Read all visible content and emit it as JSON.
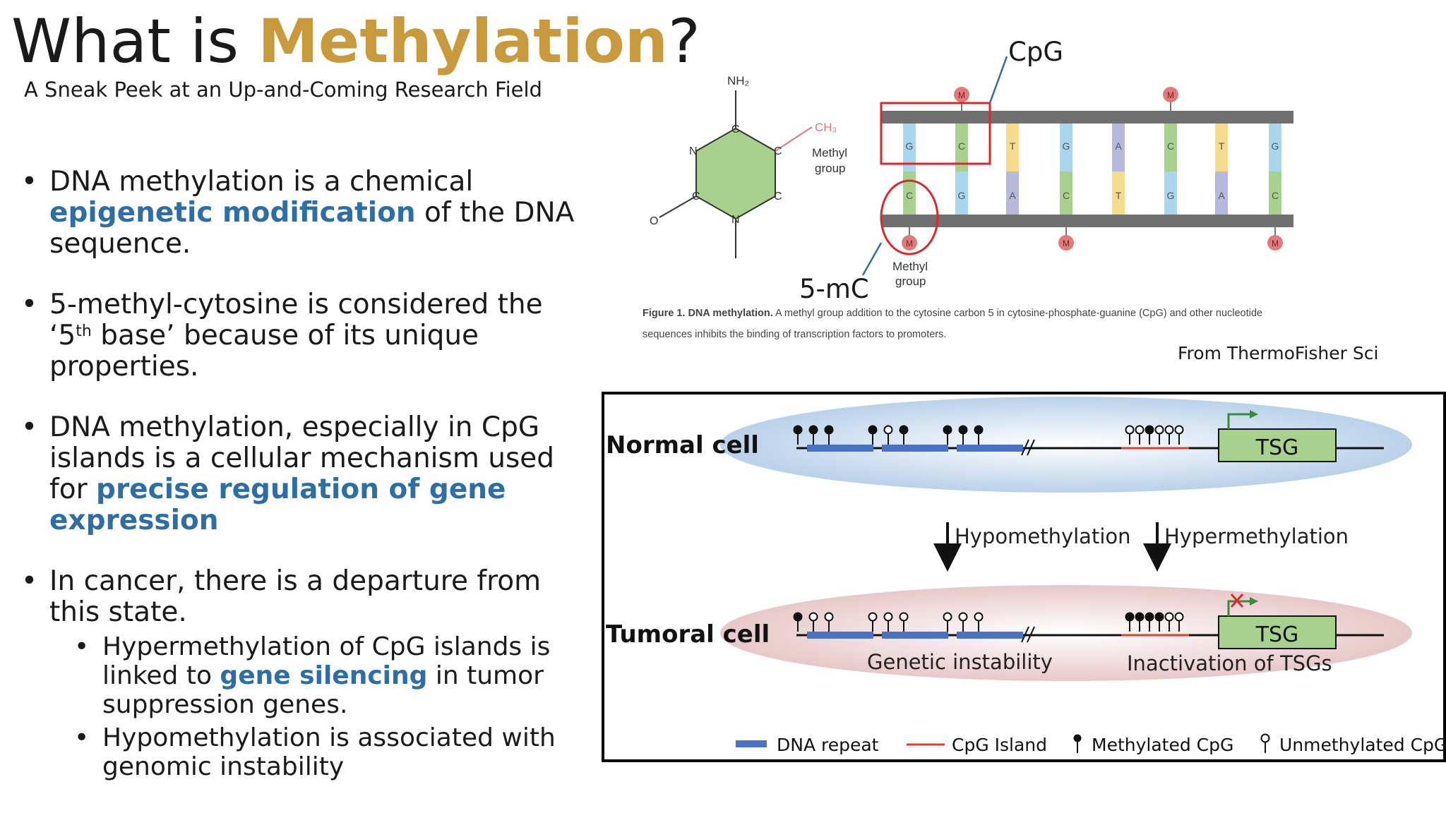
{
  "slide": {
    "title_prefix": "What is ",
    "title_accent": "Methylation",
    "title_suffix": "?",
    "subtitle": "A Sneak Peek at an Up-and-Coming Research Field"
  },
  "bullets": {
    "b1_a": "DNA methylation is a chemical ",
    "b1_em": "epigenetic modification",
    "b1_b": " of the DNA sequence.",
    "b2_a": "5-methyl-cytosine is considered the ‘5",
    "b2_sup": "th",
    "b2_b": " base’ because of its unique properties.",
    "b3_a": "DNA methylation, especially in CpG islands is a cellular mechanism used for ",
    "b3_em": "precise regulation of gene expression",
    "b4": "In cancer, there is a departure from this state.",
    "s1_a": "Hypermethylation of CpG islands is linked to ",
    "s1_em": "gene silencing",
    "s1_b": " in tumor suppression genes.",
    "s2": "Hypomethylation is associated with genomic instability"
  },
  "figure1": {
    "cpg_label": "CpG",
    "fivemc_label": "5-mC",
    "nh2": "NH₂",
    "ch3": "CH₃",
    "atom_n": "N",
    "atom_c": "C",
    "atom_o": "O",
    "methyl_group": [
      "Methyl",
      "group"
    ],
    "m_badge": "M",
    "top_strand": [
      "G",
      "C",
      "T",
      "G",
      "A",
      "C",
      "T",
      "G"
    ],
    "bottom_strand": [
      "C",
      "G",
      "A",
      "C",
      "T",
      "G",
      "A",
      "C"
    ],
    "caption_bold": "Figure 1. DNA methylation.",
    "caption_rest": " A methyl group addition to the cytosine carbon 5 in cytosine-phosphate-guanine (CpG) and other nucleotide",
    "caption_line2": "sequences inhibits the binding of transcription factors to promoters.",
    "credit": "From ThermoFisher Sci"
  },
  "figure2": {
    "normal_label": "Normal cell",
    "tumoral_label": "Tumoral cell",
    "gene_label": "TSG",
    "hypo_label": "Hypomethylation",
    "hyper_label": "Hypermethylation",
    "genetic_instability": "Genetic instability",
    "inactivation": "Inactivation of TSGs",
    "legend": [
      "DNA repeat",
      "CpG Island",
      "Methylated CpG",
      "Unmethylated CpG"
    ]
  }
}
